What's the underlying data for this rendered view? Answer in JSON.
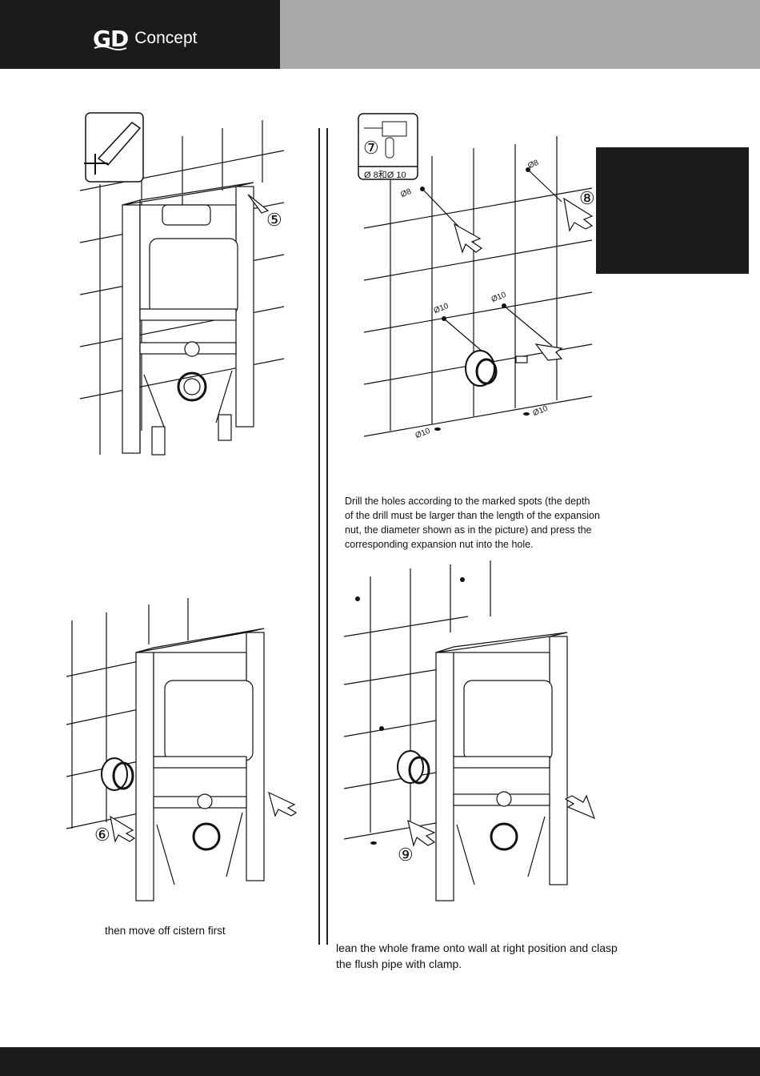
{
  "header": {
    "logo_mark": "GD",
    "logo_word": "Concept"
  },
  "steps": {
    "s5": "⑤",
    "s6": "⑥",
    "s7": "⑦",
    "s8": "⑧",
    "s9": "⑨"
  },
  "drill_labels": {
    "d8": "Ø8",
    "d10": "Ø10",
    "drill_spec": "Ø 8和Ø 10"
  },
  "captions": {
    "drill": "Drill the holes according to the marked spots (the depth of the drill must be larger than the length of the expansion nut, the diameter shown as in the picture) and press the corresponding expansion nut into the hole.",
    "move": "then move off cistern first",
    "lean": "lean the whole frame onto wall at right position and clasp the flush pipe with clamp."
  },
  "colors": {
    "header_dark": "#1b1b1b",
    "header_grey": "#a9a9a9",
    "line": "#111111"
  }
}
